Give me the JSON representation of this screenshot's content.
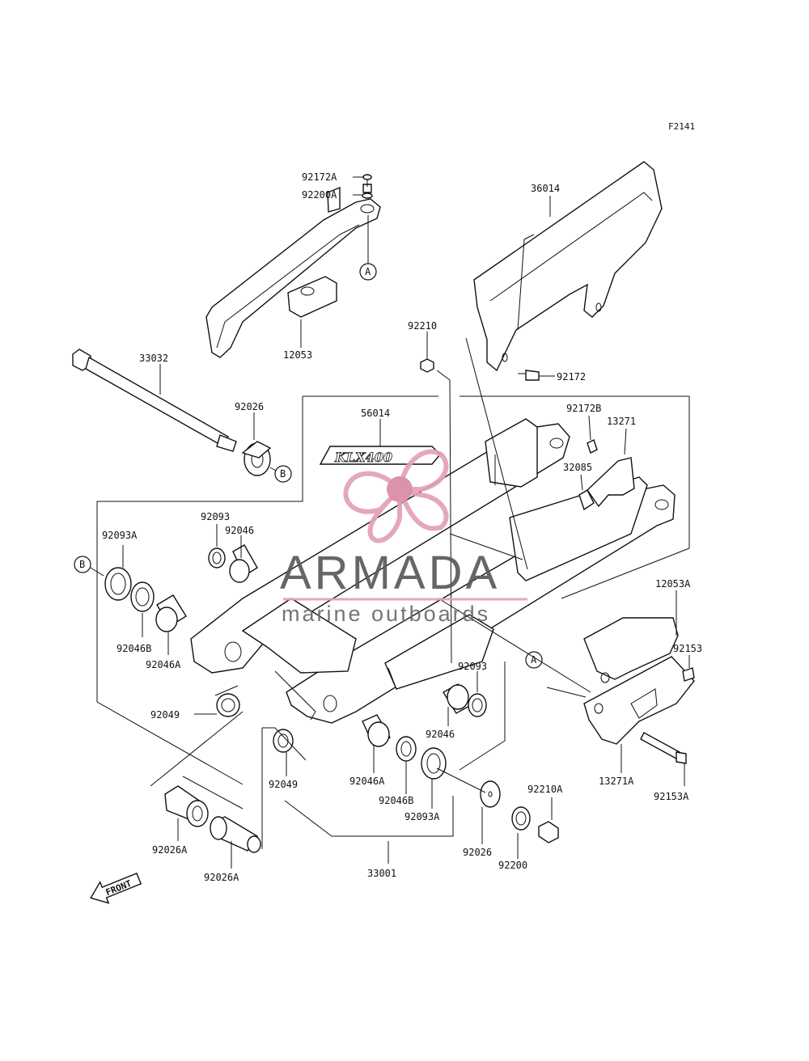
{
  "figure_code": "F2141",
  "watermark": {
    "brand": "ARMADA",
    "tagline": "marine outboards",
    "pink": "#e3a0b6",
    "pink_dark": "#d98aa6",
    "gray": "#5a5a5a"
  },
  "logo_decal": "KLX400",
  "front_label": "FRONT",
  "reference_markers": [
    "A",
    "B"
  ],
  "parts": {
    "p36014": "36014",
    "p92172A": "92172A",
    "p92200A": "92200A",
    "p12053": "12053",
    "p92210": "92210",
    "p92172": "92172",
    "p33032": "33032",
    "p92026_top": "92026",
    "p56014": "56014",
    "p92172B": "92172B",
    "p13271": "13271",
    "p32085": "32085",
    "p92093": "92093",
    "p92046": "92046",
    "p92093A": "92093A",
    "p92046B": "92046B",
    "p92046A": "92046A",
    "p12053A": "12053A",
    "p92153": "92153",
    "p92093_r": "92093",
    "p92049_l": "92049",
    "p92046_r": "92046",
    "p92049_c": "92049",
    "p92046A_r": "92046A",
    "p92046B_r": "92046B",
    "p92093A_r": "92093A",
    "p92210A": "92210A",
    "p13271A": "13271A",
    "p92153A": "92153A",
    "p92026A_1": "92026A",
    "p92026A_2": "92026A",
    "p33001": "33001",
    "p92026_bot": "92026",
    "p92200": "92200"
  }
}
